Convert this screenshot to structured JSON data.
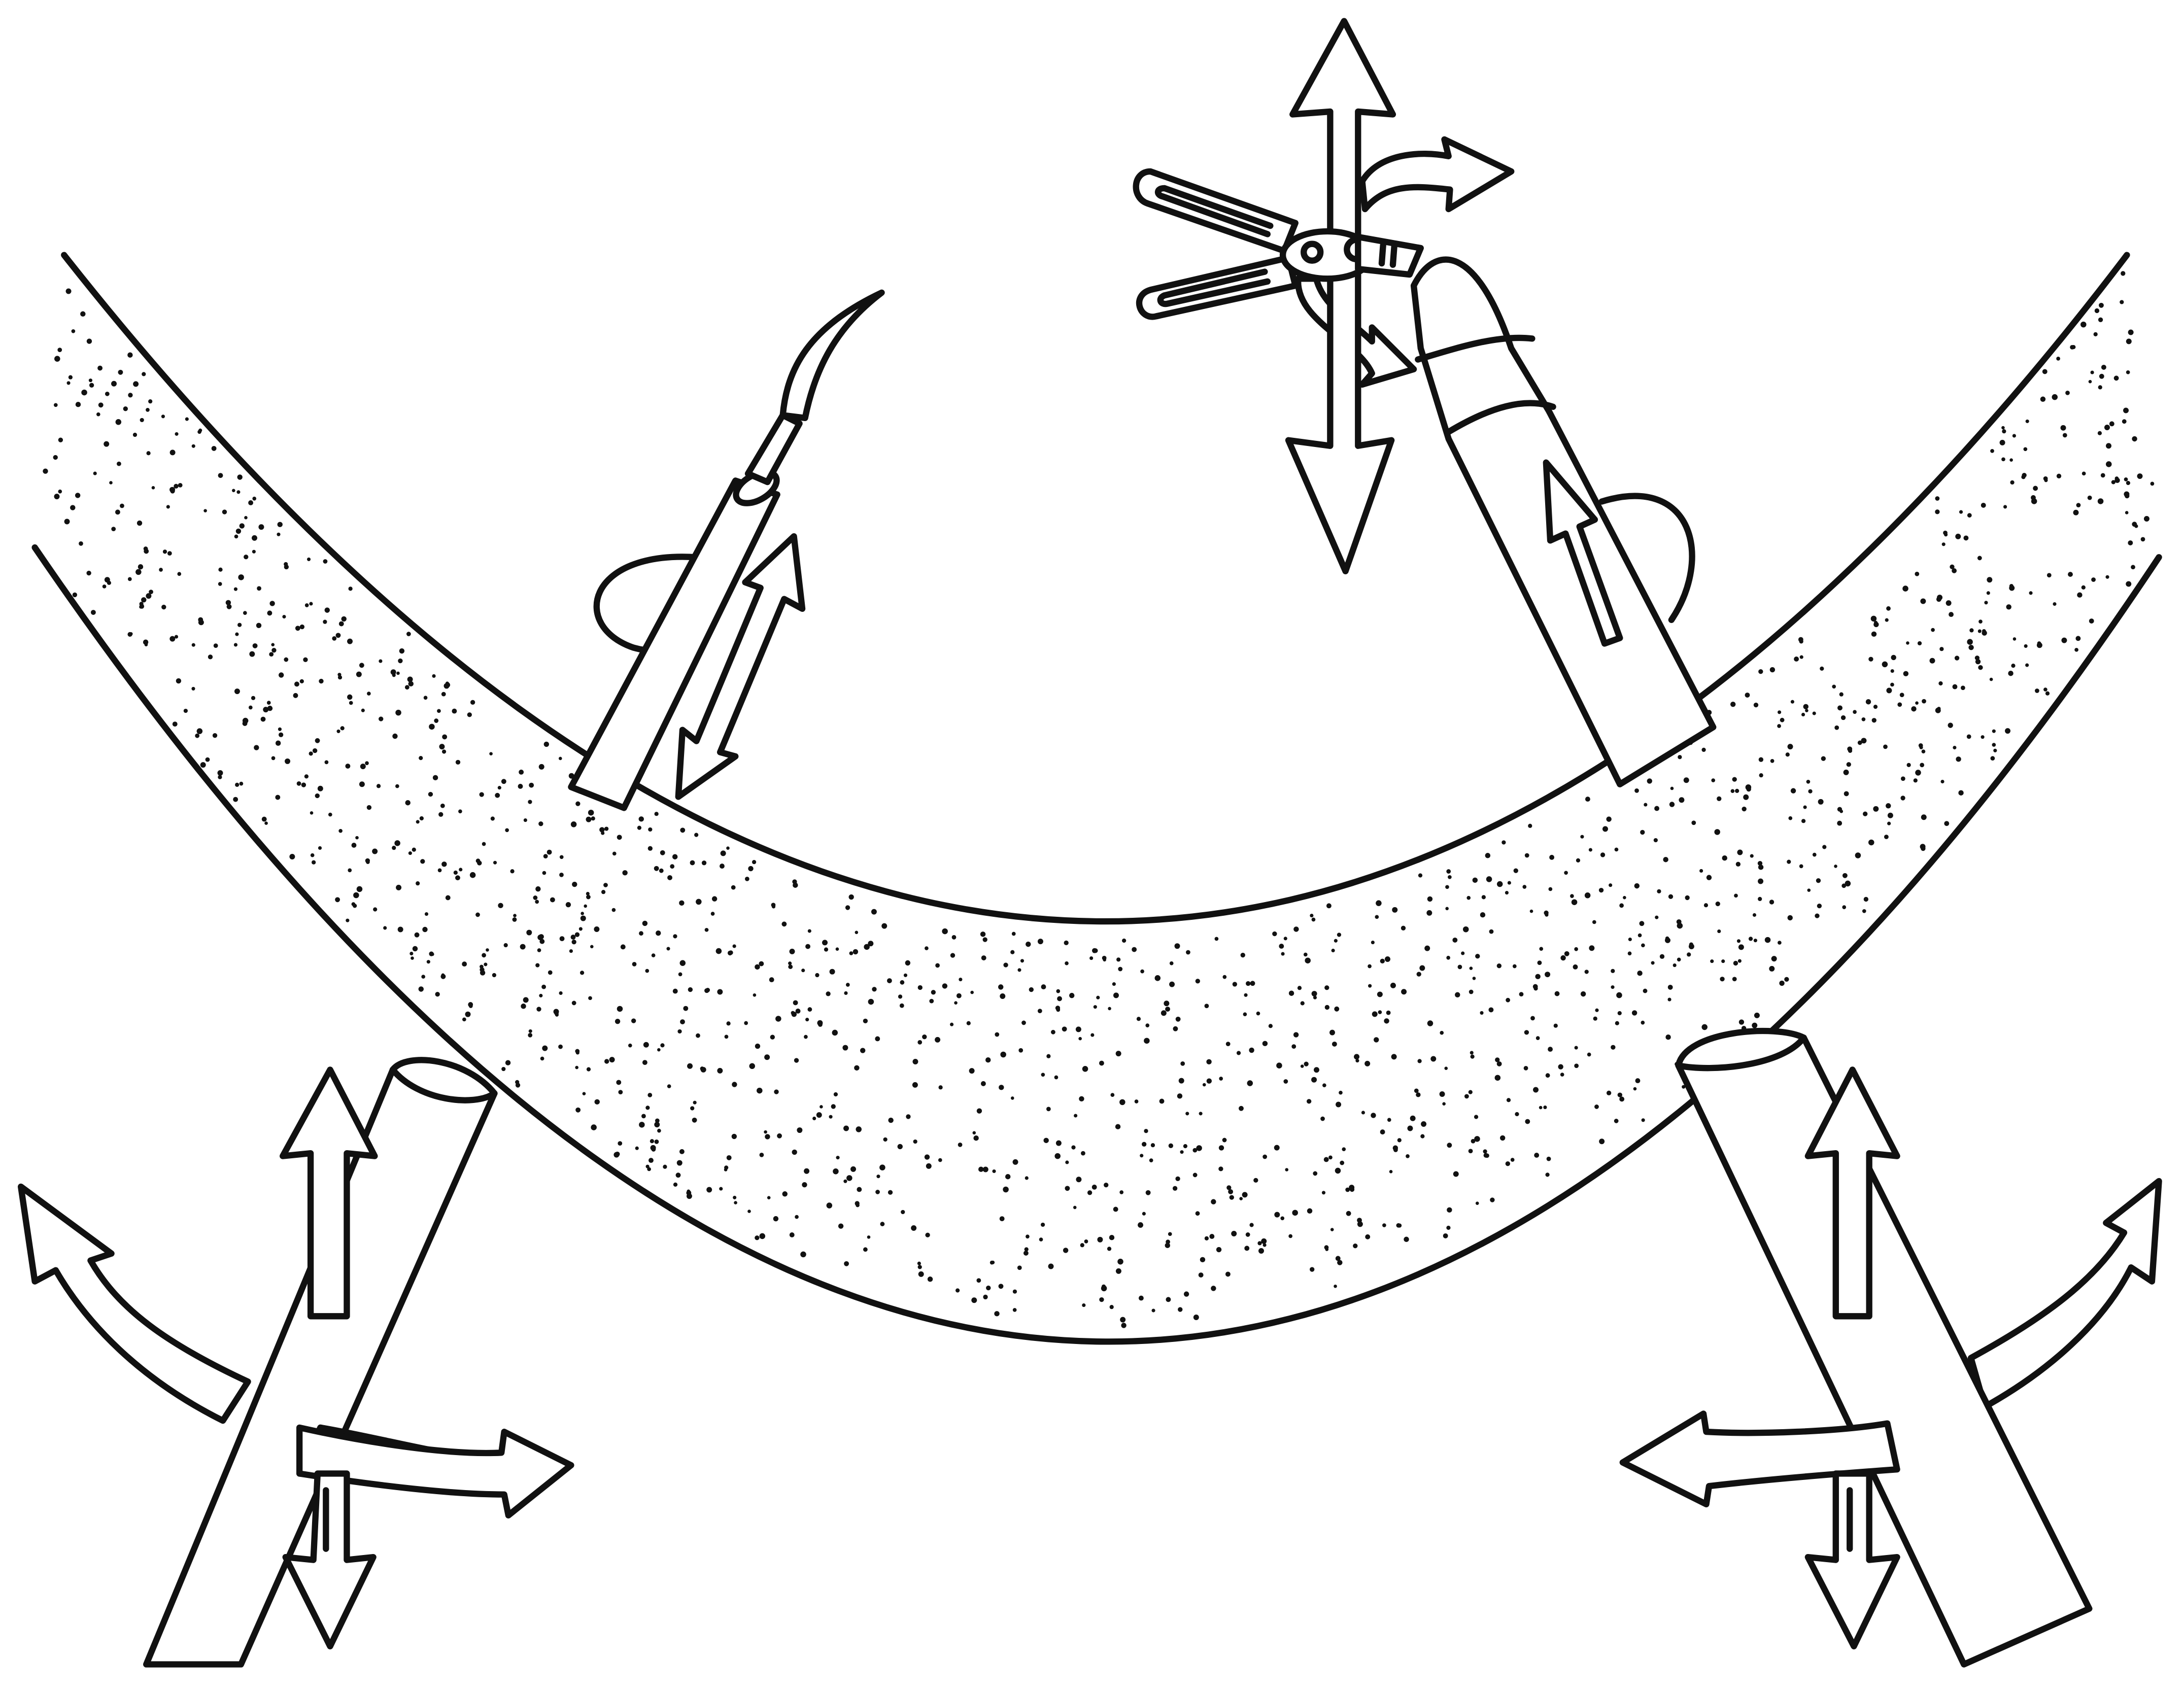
{
  "figure": {
    "background_color": "#ffffff",
    "ink_color": "#111111",
    "elements": [
      {
        "name": "abdominal-wall",
        "description_icon": "stippled-tissue-band"
      },
      {
        "name": "curved-needle-instrument",
        "icon": "curved-needle-icon"
      },
      {
        "name": "scissor-grasper-instrument",
        "icon": "grasper-icon"
      },
      {
        "name": "left-trocar",
        "icon": "cylinder-port-icon"
      },
      {
        "name": "right-trocar",
        "icon": "cylinder-port-icon"
      }
    ]
  }
}
